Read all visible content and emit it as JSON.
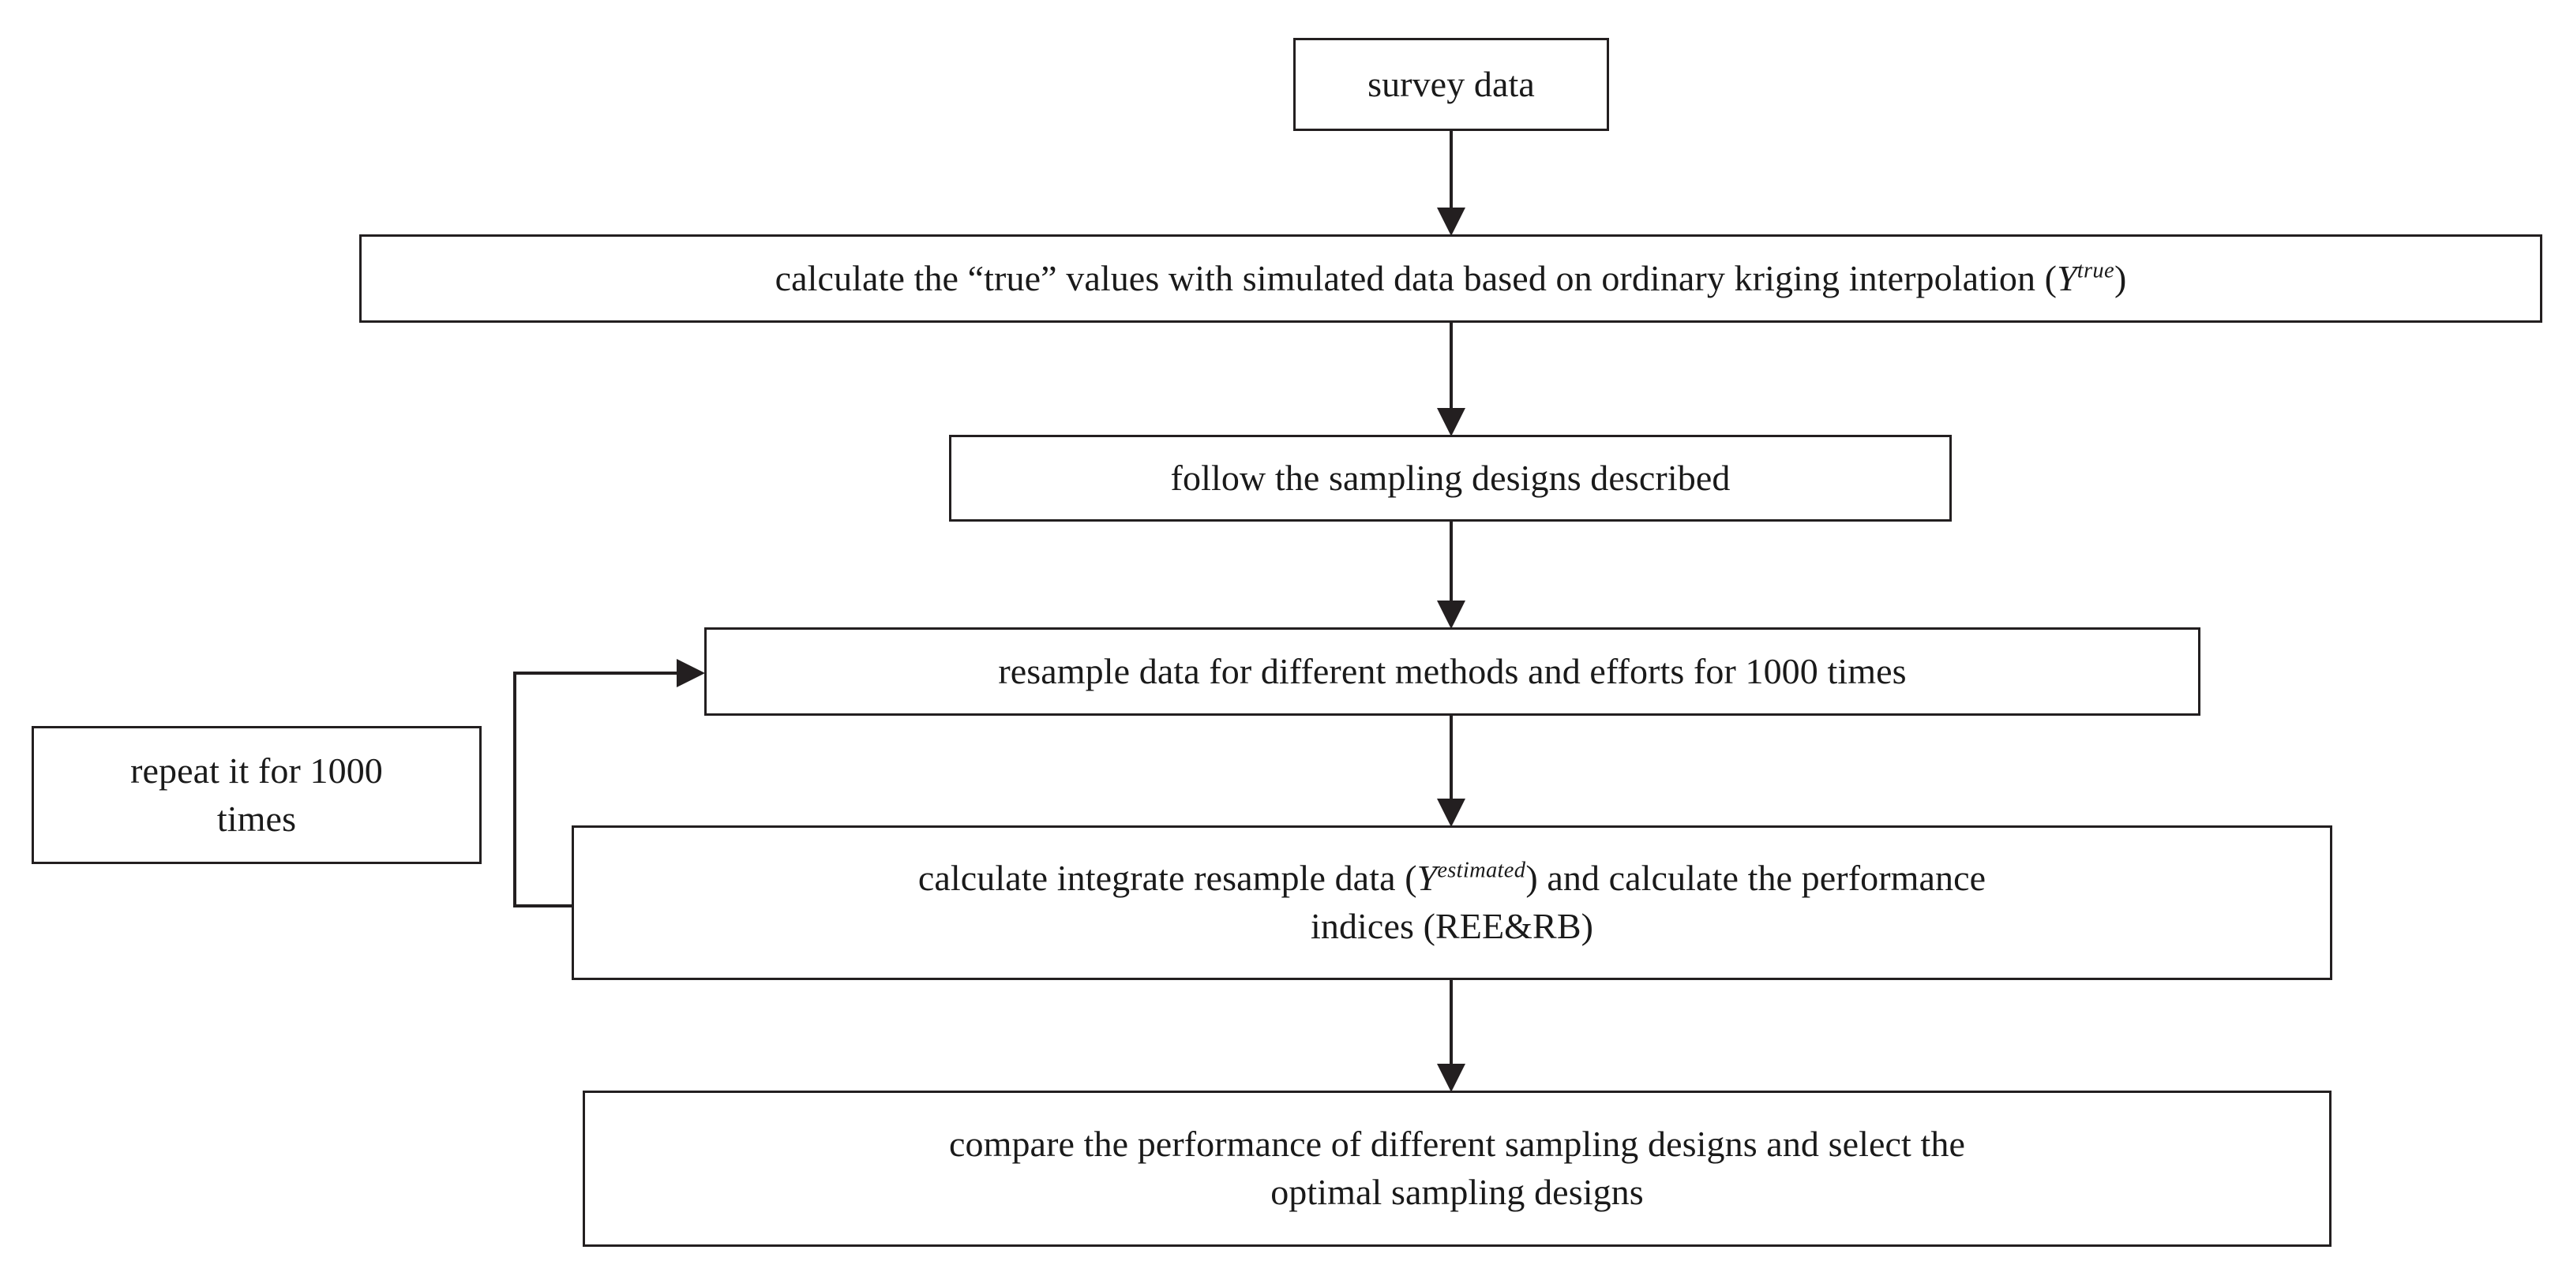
{
  "diagram": {
    "title": "Flowchart of the sampling-design evaluation procedure",
    "type": "flowchart",
    "orientation": "top-to-bottom",
    "background_color": "#ffffff",
    "line_color": "#231f20",
    "box_fill": "#ffffff"
  },
  "nodes": {
    "survey": {
      "id": "survey-data",
      "label": "survey data"
    },
    "true_values": {
      "id": "calculate-true-values",
      "text_before": "calculate the “true” values with simulated data based on ordinary kriging interpolation (",
      "variable": "Y",
      "superscript": "true",
      "text_after": ")"
    },
    "sampling": {
      "id": "follow-sampling-designs",
      "label": "follow the sampling designs described"
    },
    "resample": {
      "id": "resample-data",
      "label": "resample data for different methods and efforts for 1000 times"
    },
    "repeat": {
      "id": "repeat-loop-note",
      "line1": "repeat it for 1000",
      "line2": "times"
    },
    "performance": {
      "id": "calculate-performance-indices",
      "text_before": "calculate integrate resample data (",
      "variable": "Y",
      "superscript": "estimated",
      "text_after": ") and calculate the performance",
      "line2": "indices (REE&RB)"
    },
    "compare": {
      "id": "compare-and-select",
      "line1": "compare the performance of different sampling designs and select the",
      "line2": "optimal sampling designs"
    }
  },
  "edges": [
    {
      "id": "edge-survey-to-true",
      "from": "survey-data",
      "to": "calculate-true-values",
      "kind": "arrow-down"
    },
    {
      "id": "edge-true-to-sampling",
      "from": "calculate-true-values",
      "to": "follow-sampling-designs",
      "kind": "arrow-down"
    },
    {
      "id": "edge-sampling-to-resample",
      "from": "follow-sampling-designs",
      "to": "resample-data",
      "kind": "arrow-down"
    },
    {
      "id": "edge-resample-to-perf",
      "from": "resample-data",
      "to": "calculate-performance-indices",
      "kind": "arrow-down"
    },
    {
      "id": "edge-perf-to-compare",
      "from": "calculate-performance-indices",
      "to": "compare-and-select",
      "kind": "arrow-down"
    },
    {
      "id": "edge-feedback-loop",
      "from": "calculate-performance-indices",
      "to": "resample-data",
      "kind": "feedback-elbow-left"
    }
  ]
}
